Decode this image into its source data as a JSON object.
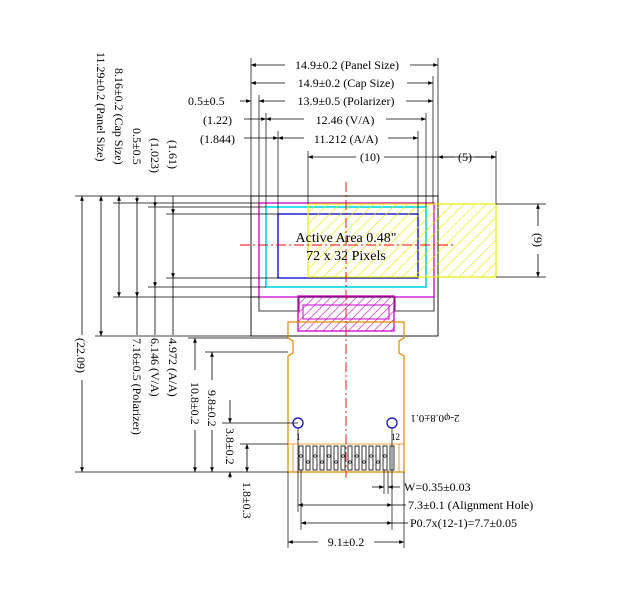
{
  "top_dimensions": {
    "panel_size": "14.9±0.2 (Panel Size)",
    "cap_size": "14.9±0.2 (Cap Size)",
    "polarizer_offset": "0.5±0.5",
    "polarizer": "13.9±0.5 (Polarizer)",
    "va_offset": "(1.22)",
    "va": "12.46 (V/A)",
    "aa_offset": "(1.844)",
    "aa": "11.212 (A/A)",
    "ten": "(10)",
    "five": "(5)"
  },
  "left_dimensions": {
    "panel_size": "11.29±0.2 (Panel Size)",
    "cap_size": "8.16±0.2 (Cap Size)",
    "offset_a": "0.5±0.5",
    "offset_b": "(1.023)",
    "offset_c": "(1.61)",
    "total": "(22.09)",
    "polarizer": "7.16±0.5 (Polarizer)",
    "va": "6.146 (V/A)",
    "aa": "4.972 (A/A)",
    "fpc_a": "10.8±0.2",
    "fpc_b": "9.8±0.2",
    "fpc_c": "3.8±0.2",
    "fpc_d": "1.8±0.3"
  },
  "right_dimensions": {
    "nine": "(9)"
  },
  "active_area": {
    "line1": "Active Area 0.48\"",
    "line2": "72 x 32 Pixels"
  },
  "fpc": {
    "hole_label": "2-φ0.8±0.1",
    "pin_first": "1",
    "pin_last": "12"
  },
  "bottom_dimensions": {
    "width": "W=0.35±0.03",
    "alignment_hole": "7.3±0.1 (Alignment Hole)",
    "pitch": "P0.7x(12-1)=7.7±0.05",
    "fpc_width": "9.1±0.2"
  },
  "colors": {
    "line": "#000000",
    "magenta": "#cc00cc",
    "cyan": "#00d8e8",
    "blue": "#0000cc",
    "yellow": "#eeee00",
    "red": "#ff0000",
    "orange": "#e08a00"
  }
}
